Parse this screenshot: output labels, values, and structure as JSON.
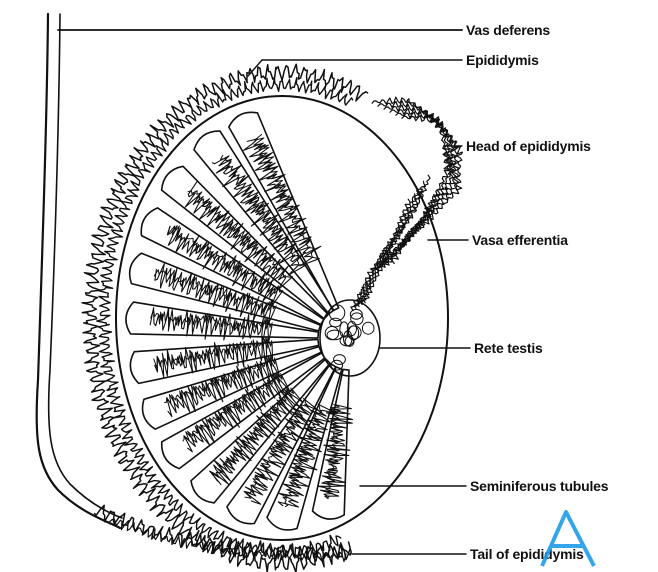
{
  "diagram": {
    "labels": {
      "vas_deferens": "Vas deferens",
      "epididymis": "Epididymis",
      "head_of_epididymis": "Head of epididymis",
      "vasa_efferentia": "Vasa efferentia",
      "rete_testis": "Rete testis",
      "seminiferous_tubules": "Seminiferous tubules",
      "tail_of_epididymis": "Tail of epididymis"
    },
    "colors": {
      "ink": "#111111",
      "background": "#ffffff",
      "watermark": "#1e9be8"
    },
    "watermark_icon": "triangle-a-logo"
  }
}
